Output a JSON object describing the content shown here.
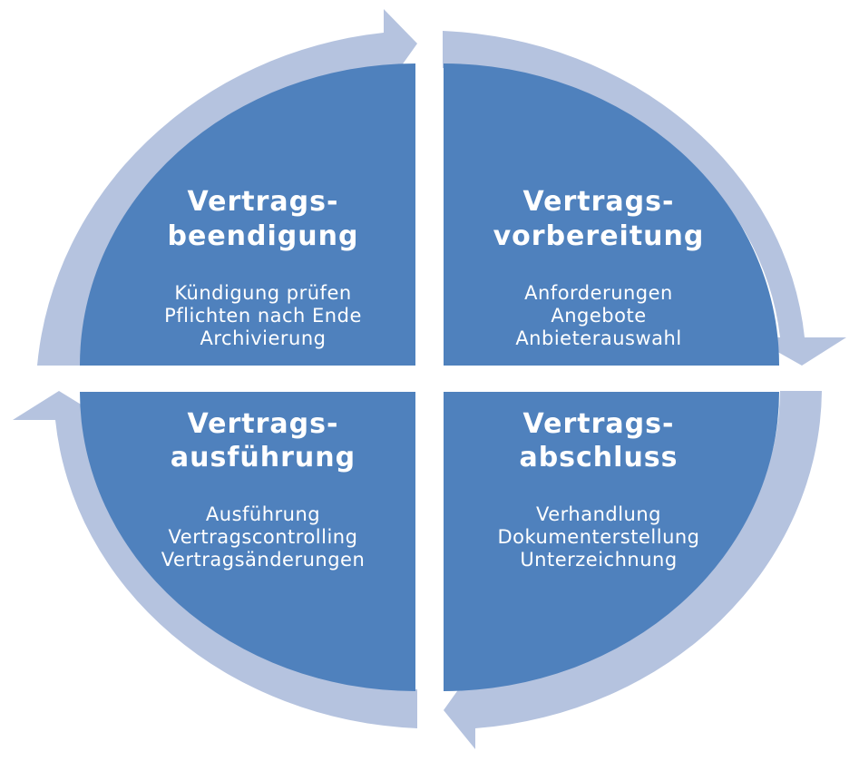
{
  "colors": {
    "quadrant": "#4f81bd",
    "ring": "#b5c3df",
    "text": "#ffffff"
  },
  "quadrants": {
    "top_left": {
      "title_line1": "Vertrags-",
      "title_line2": "beendigung",
      "items": [
        "Kündigung prüfen",
        "Pflichten nach Ende",
        "Archivierung"
      ]
    },
    "top_right": {
      "title_line1": "Vertrags-",
      "title_line2": "vorbereitung",
      "items": [
        "Anforderungen",
        "Angebote",
        "Anbieterauswahl"
      ]
    },
    "bottom_right": {
      "title_line1": "Vertrags-",
      "title_line2": "abschluss",
      "items": [
        "Verhandlung",
        "Dokumenterstellung",
        "Unterzeichnung"
      ]
    },
    "bottom_left": {
      "title_line1": "Vertrags-",
      "title_line2": "ausführung",
      "items": [
        "Ausführung",
        "Vertragscontrolling",
        "Vertragsänderungen"
      ]
    }
  }
}
